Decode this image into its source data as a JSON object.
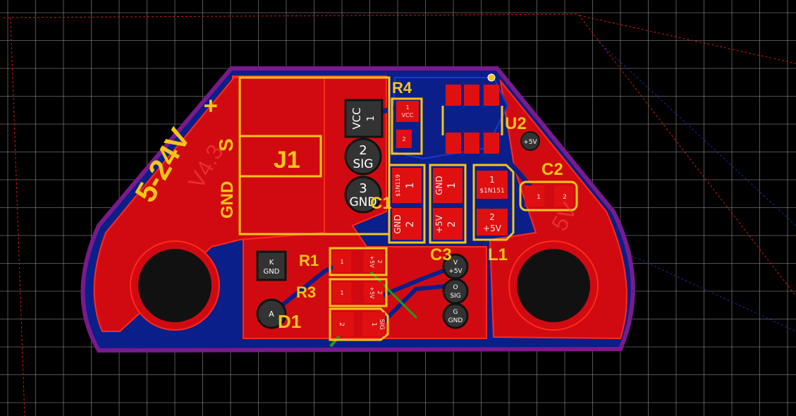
{
  "board": {
    "colors": {
      "background": "#000000",
      "grid": "#9a9a9a",
      "copper": "#d10a12",
      "copper_edge": "#ff2a1a",
      "bottom_copper": "#0a1f8a",
      "outline": "#7a1a8c",
      "silkscreen": "#f5c518",
      "keepout": "#d01818",
      "via": "#b0b0b0"
    },
    "silkscreen": {
      "voltage_label": "5-24V",
      "plus_label": "+",
      "s_label": "S",
      "gnd_label": "GND",
      "j1": "J1",
      "r4": "R4",
      "u2": "U2",
      "c2": "C2",
      "c1": "C1",
      "c3": "C3",
      "l1": "L1",
      "r1": "R1",
      "r3": "R3",
      "d1": "D1"
    },
    "ghost_text": {
      "left": "V4.3",
      "right": "5V"
    },
    "connector_pins": [
      {
        "number": "1",
        "net": "VCC"
      },
      {
        "number": "2",
        "net": "SIG"
      },
      {
        "number": "3",
        "net": "GND"
      }
    ],
    "pads": {
      "r4_1": "1",
      "r4_vcc": "VCC",
      "r4_2": "2",
      "c1_1": "1",
      "c1_net1": "$1N119",
      "c1_2": "2",
      "c1_gnd": "GND",
      "c3_gnd": "GND",
      "c3_1": "1",
      "c3_5v": "+5V",
      "c3_2": "2",
      "l1_1": "1",
      "l1_net": "$1N151",
      "l1_2": "2",
      "l1_5v": "+5V",
      "c2_1": "1",
      "c2_2": "2",
      "u2_pin": "+5V",
      "r1_1": "1",
      "r1_2": "2",
      "r1_5v": "+5V",
      "r3_1": "1",
      "r3_2": "2",
      "r3_5v": "+5V",
      "d2_2": "2",
      "d2_1": "1",
      "d2_sig": "SIG",
      "d1_k": "K",
      "d1_gnd": "GND",
      "d1_a": "A"
    },
    "header_pins": [
      {
        "letter": "V",
        "net": "+5V"
      },
      {
        "letter": "O",
        "net": "SIG"
      },
      {
        "letter": "G",
        "net": "GND"
      }
    ]
  }
}
